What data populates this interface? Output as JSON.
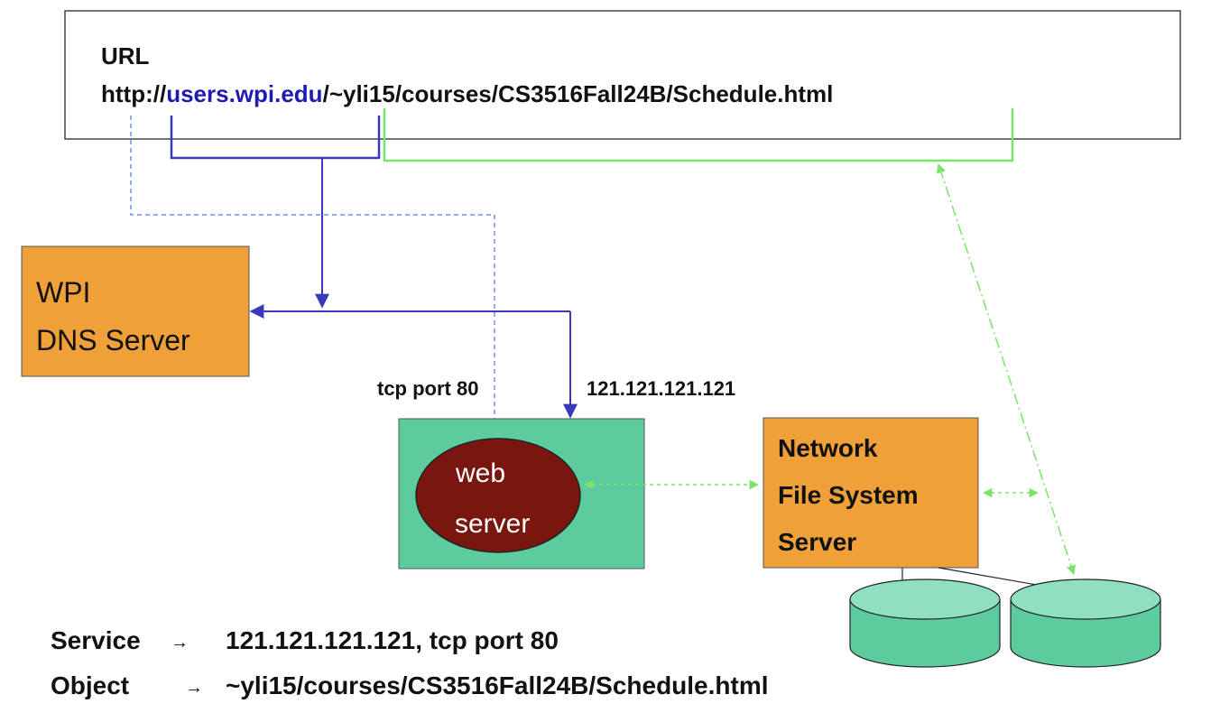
{
  "url_box": {
    "label": "URL",
    "scheme": "http://",
    "host": "users.wpi.edu",
    "slash": "/",
    "path": "~yli15/courses/CS3516Fall24B/Schedule.html"
  },
  "dns_server": {
    "line1": "WPI",
    "line2": "DNS Server"
  },
  "labels": {
    "tcp_port": "tcp port 80",
    "ip_address": "121.121.121.121"
  },
  "web_server": {
    "line1": "web",
    "line2": "server"
  },
  "nfs_server": {
    "line1": "Network",
    "line2": "File System",
    "line3": "Server"
  },
  "summary": {
    "service_label": "Service",
    "service_arrow": "→",
    "service_value": "121.121.121.121, tcp port 80",
    "object_label": "Object",
    "object_arrow": "→",
    "object_value": "~yli15/courses/CS3516Fall24B/Schedule.html"
  },
  "colors": {
    "host_blue": "#1f1ab0",
    "dns_line": "#3a3ab8",
    "dashed_blue": "#6f8ff0",
    "green_line": "#7be36a",
    "orange": "#f0a038",
    "teal": "#5ccc9f",
    "maroon": "#7a1610"
  }
}
